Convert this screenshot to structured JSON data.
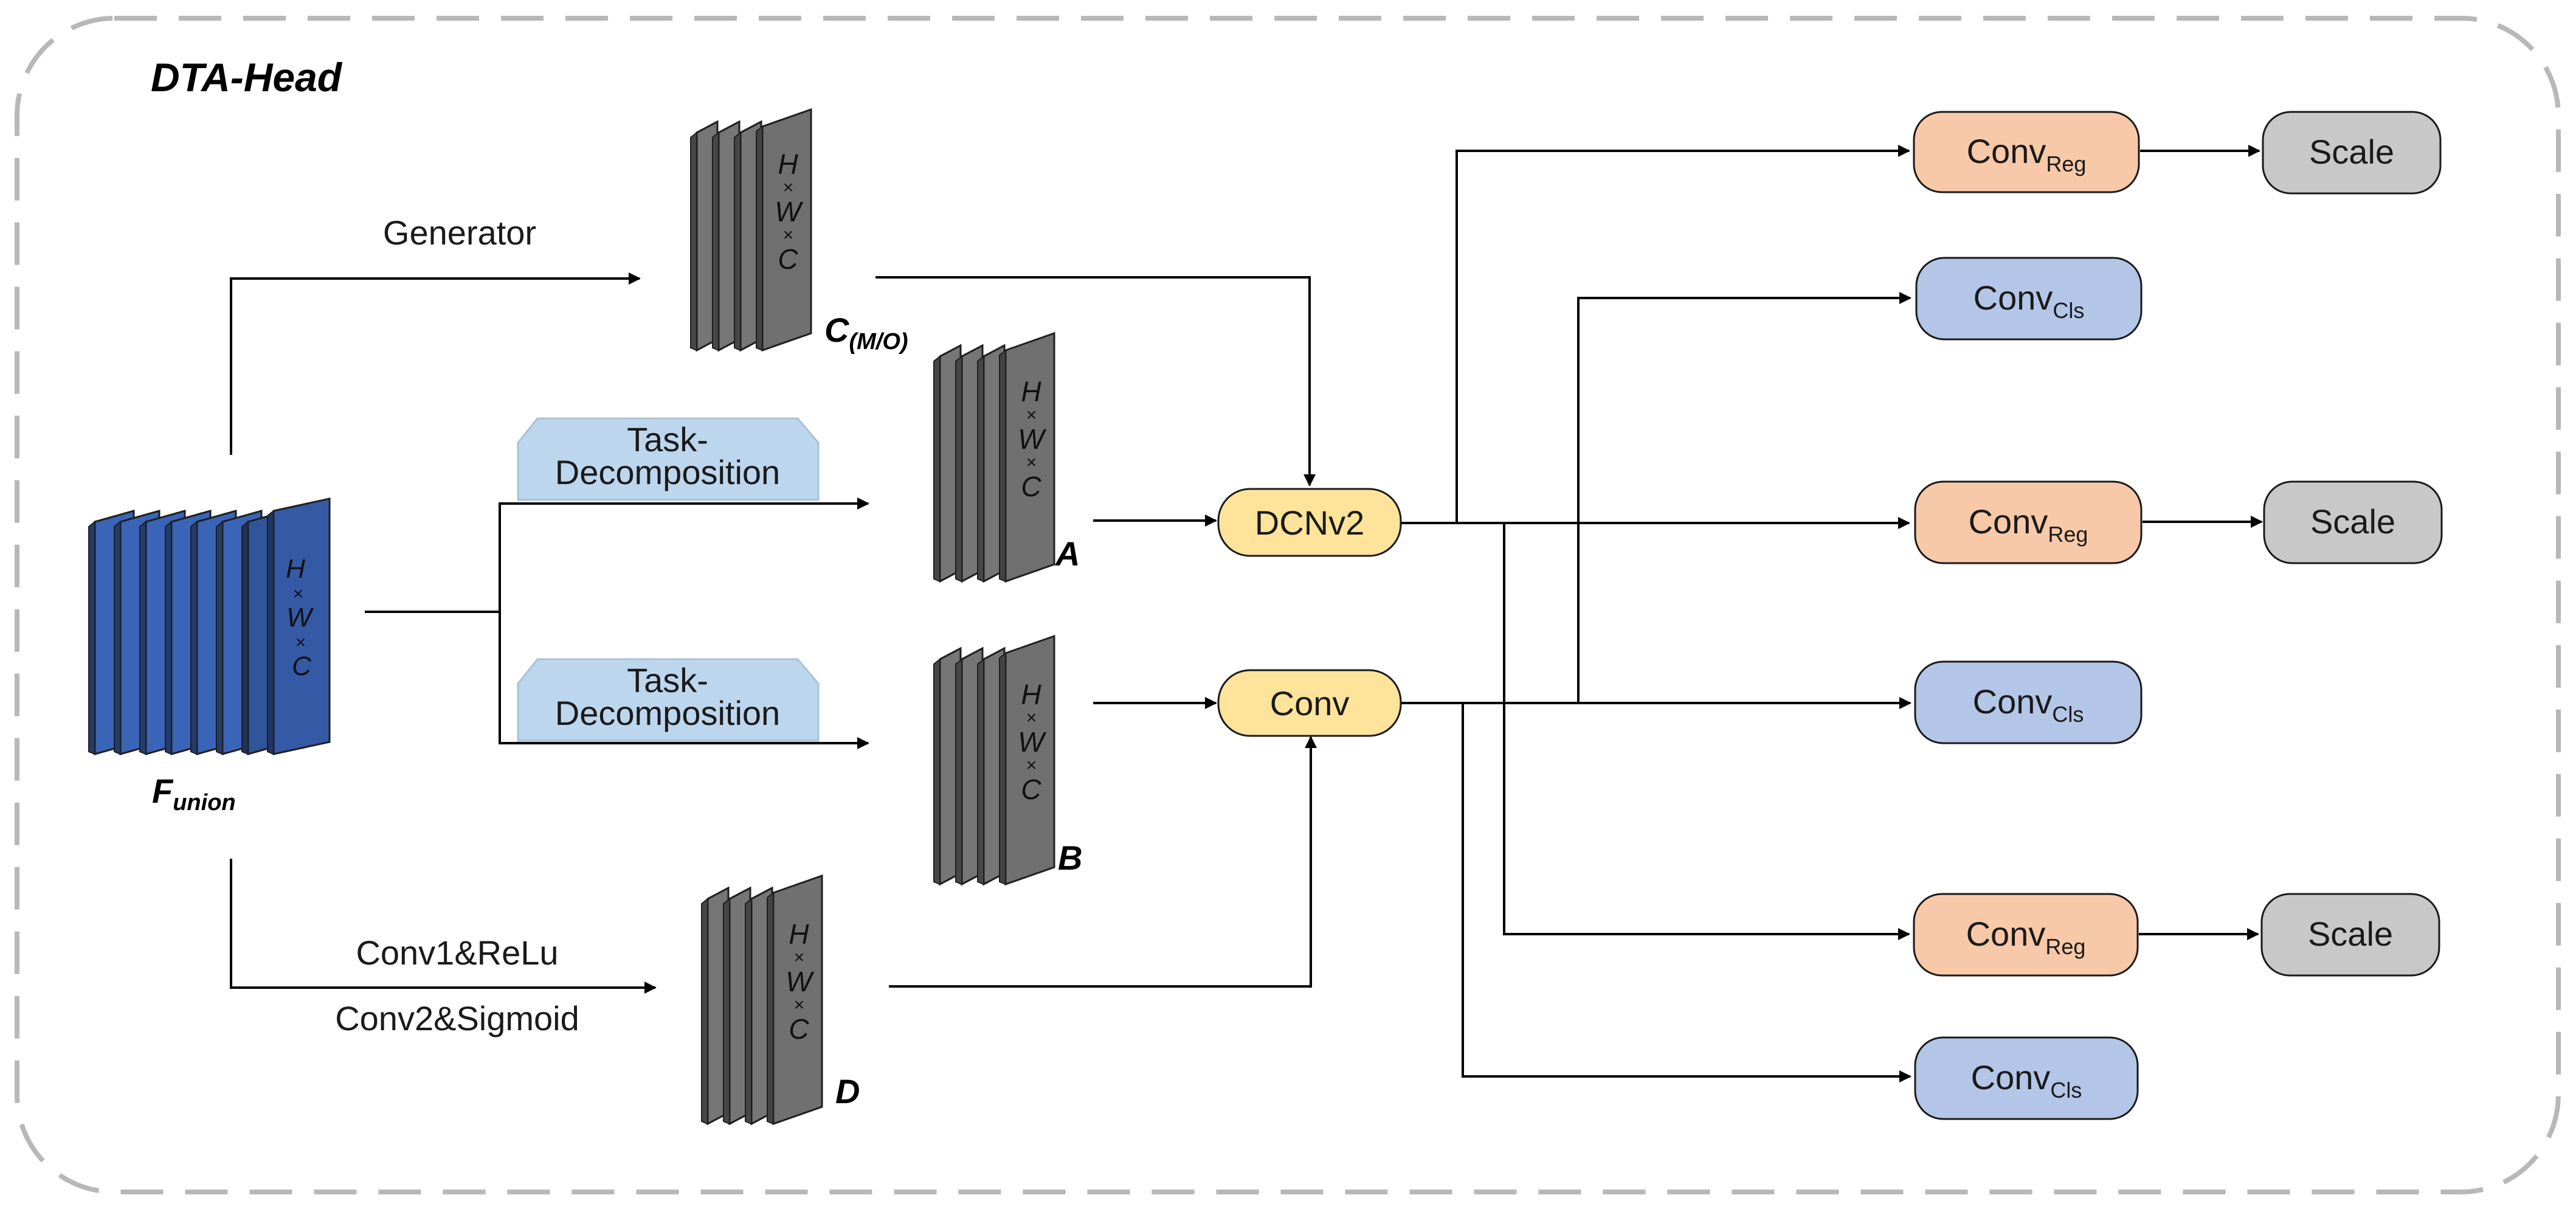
{
  "title": "DTA-Head",
  "colors": {
    "blue_slice": "#3a64b8",
    "gray_slice": "#707070",
    "task_decomp_fill": "#bcd6ee",
    "dcn_fill": "#fde49a",
    "reg_fill": "#f8c9a8",
    "cls_fill": "#b4c6e7",
    "scale_fill": "#c8c8c8"
  },
  "tensor_dim": {
    "h": "H",
    "x": "×",
    "w": "W",
    "c": "C"
  },
  "tensors": {
    "f_union": {
      "main": "F",
      "sub": "union"
    },
    "c_mo": {
      "main": "C",
      "sub": "(M/O)"
    },
    "a": {
      "main": "A"
    },
    "b": {
      "main": "B"
    },
    "d": {
      "main": "D"
    }
  },
  "edge_labels": {
    "generator": "Generator",
    "conv1_relu": "Conv1&ReLu",
    "conv2_sigmoid": "Conv2&Sigmoid"
  },
  "task_decomposition": {
    "line1": "Task-",
    "line2": "Decomposition"
  },
  "ops": {
    "dcnv2": "DCNv2",
    "conv": "Conv"
  },
  "heads": {
    "conv_main": "Conv",
    "reg_sub": "Reg",
    "cls_sub": "Cls",
    "scale": "Scale"
  }
}
